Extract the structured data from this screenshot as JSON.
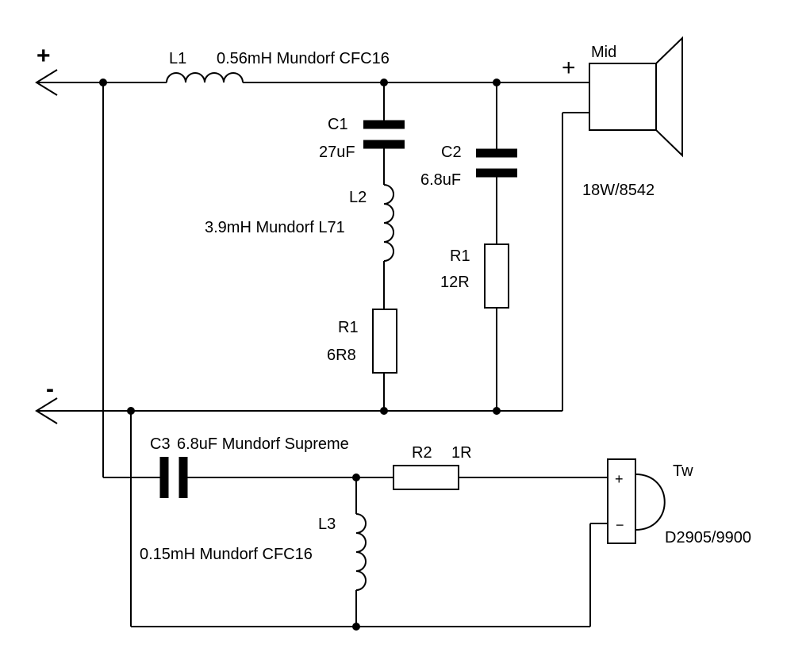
{
  "terminals": {
    "plus": "+",
    "minus": "-"
  },
  "L1": {
    "ref": "L1",
    "value": "0.56mH Mundorf CFC16"
  },
  "C1": {
    "ref": "C1",
    "value": "27uF"
  },
  "L2": {
    "ref": "L2",
    "value": "3.9mH Mundorf L71"
  },
  "R1a": {
    "ref": "R1",
    "value": "6R8"
  },
  "C2": {
    "ref": "C2",
    "value": "6.8uF"
  },
  "R1b": {
    "ref": "R1",
    "value": "12R"
  },
  "mid": {
    "name": "Mid",
    "plus": "+",
    "model": "18W/8542"
  },
  "C3": {
    "ref": "C3",
    "value": "6.8uF Mundorf Supreme"
  },
  "R2": {
    "ref": "R2",
    "value": "1R"
  },
  "L3": {
    "ref": "L3",
    "value": "0.15mH Mundorf CFC16"
  },
  "tweeter": {
    "name": "Tw",
    "plus": "+",
    "minus": "−",
    "model": "D2905/9900"
  }
}
